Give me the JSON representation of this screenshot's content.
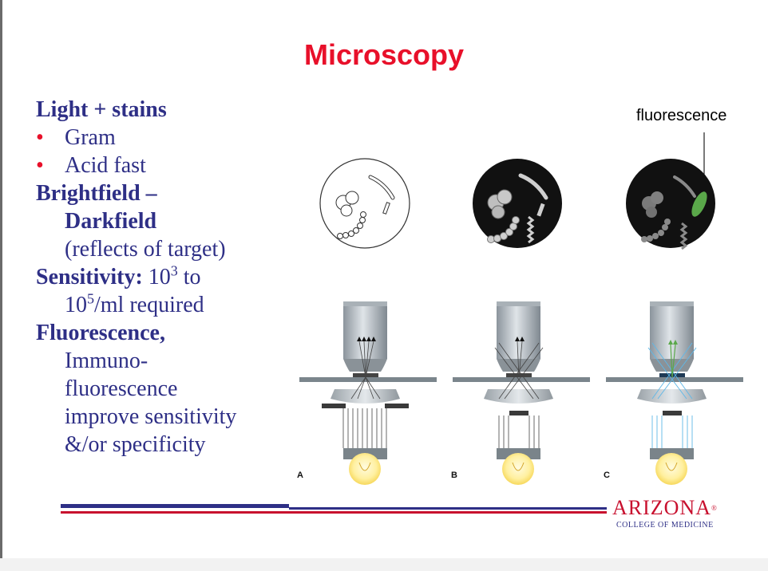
{
  "title": "Microscopy",
  "bullets": {
    "h1": "Light + stains",
    "b1": "Gram",
    "b2": "Acid fast",
    "h2a": "Brightfield –",
    "h2b": "Darkfield",
    "note": "(reflects of target)",
    "h3": "Sensitivity:",
    "h3_t1": " 10",
    "h3_e1": "3",
    "h3_t2": " to",
    "h3_l2a": "10",
    "h3_e2": "5",
    "h3_l2b": "/ml required",
    "h4": "Fluorescence,",
    "l1": "Immuno-",
    "l2": "fluorescence",
    "l3": "improve sensitivity",
    "l4": "&/or specificity",
    "bullet_glyph": "•"
  },
  "diagram": {
    "callout": "fluorescence",
    "panels": [
      "A",
      "B",
      "C"
    ]
  },
  "footer": {
    "logo": "ARIZONA",
    "logo_reg": "®",
    "logo_sub": "COLLEGE OF MEDICINE"
  },
  "colors": {
    "title": "#e8102a",
    "text": "#2e2f86",
    "accent_red": "#c8102e",
    "fluor_green": "#5aa84a",
    "fluor_blue": "#5fb8e8"
  }
}
